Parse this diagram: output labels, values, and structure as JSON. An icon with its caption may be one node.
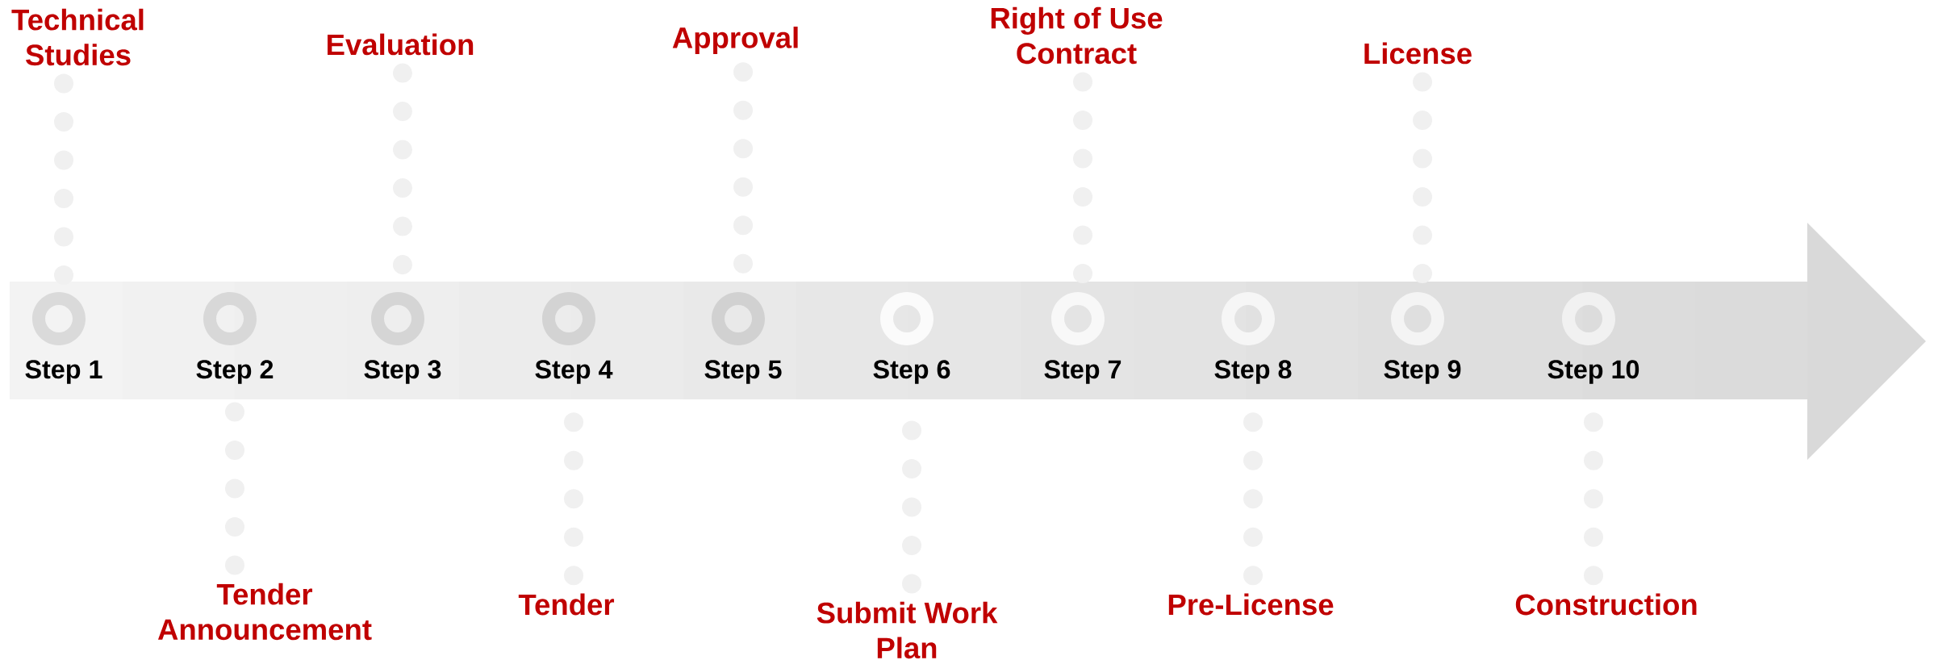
{
  "diagram": {
    "nodes": [
      {
        "text": [],
        "shape": "arrow"
      },
      {
        "text": [
          "Step 1"
        ],
        "in": 0
      },
      {
        "text": [
          "Step 2"
        ],
        "in": 0
      },
      {
        "text": [
          "Step 3"
        ],
        "in": 0
      },
      {
        "text": [
          "Step 4"
        ],
        "in": 0
      },
      {
        "text": [
          "Step 5"
        ],
        "in": 0
      },
      {
        "text": [
          "Step 6"
        ],
        "in": 0
      },
      {
        "text": [
          "Step 7"
        ],
        "in": 0
      },
      {
        "text": [
          "Step 8"
        ],
        "in": 0
      },
      {
        "text": [
          "Step 9"
        ],
        "in": 0
      },
      {
        "text": [
          "Step 10"
        ],
        "in": 0
      },
      {
        "text": [
          "Technical Studies"
        ]
      },
      {
        "text": [
          "Tender Announcement"
        ]
      },
      {
        "text": [
          "Evaluation"
        ]
      },
      {
        "text": [
          "Tender"
        ]
      },
      {
        "text": [
          "Approval"
        ]
      },
      {
        "text": [
          "Submit Work Plan"
        ]
      },
      {
        "text": [
          "Right of Use Contract"
        ]
      },
      {
        "text": [
          "Pre-License"
        ]
      },
      {
        "text": [
          "License"
        ]
      },
      {
        "text": [
          "Construction"
        ]
      }
    ],
    "edges": [
      {
        "from": 11,
        "to": 1,
        "arrow": "none"
      },
      {
        "from": 12,
        "to": 2,
        "arrow": "none"
      },
      {
        "from": 13,
        "to": 3,
        "arrow": "none"
      },
      {
        "from": 14,
        "to": 4,
        "arrow": "none"
      },
      {
        "from": 15,
        "to": 5,
        "arrow": "none"
      },
      {
        "from": 16,
        "to": 6,
        "arrow": "none"
      },
      {
        "from": 17,
        "to": 7,
        "arrow": "none"
      },
      {
        "from": 18,
        "to": 8,
        "arrow": "none"
      },
      {
        "from": 19,
        "to": 9,
        "arrow": "none"
      },
      {
        "from": 20,
        "to": 10,
        "arrow": "none"
      }
    ]
  }
}
